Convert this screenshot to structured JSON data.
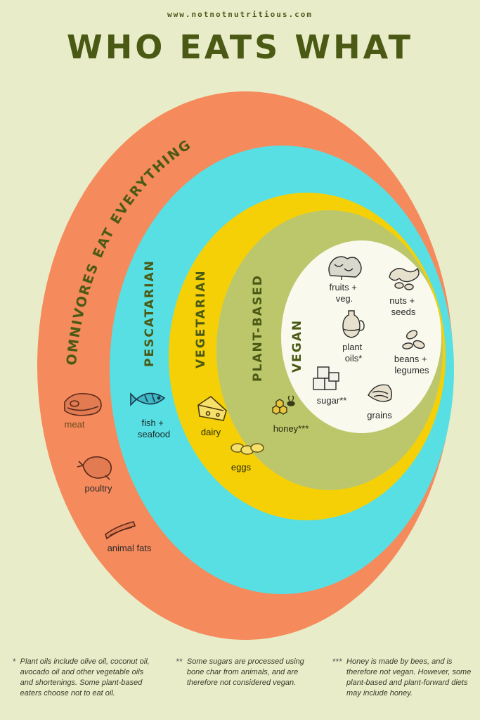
{
  "header": {
    "website": "www.notnotnutritious.com",
    "title": "WHO EATS WHAT"
  },
  "circles": {
    "omnivores": {
      "label": "OMNIVORES EAT EVERYTHING",
      "color": "#f58a5c"
    },
    "pescatarian": {
      "label": "PESCATARIAN",
      "color": "#58dfe3"
    },
    "vegetarian": {
      "label": "VEGETARIAN",
      "color": "#f5d007"
    },
    "plant_based": {
      "label": "PLANT-BASED",
      "color": "#bcc76c"
    },
    "vegan": {
      "label": "VEGAN",
      "color": "#f9f9ee"
    }
  },
  "foods": {
    "meat": "meat",
    "poultry": "poultry",
    "animal_fats": "animal fats",
    "fish": [
      "fish +",
      "seafood"
    ],
    "dairy": "dairy",
    "eggs": "eggs",
    "honey": "honey***",
    "fruits": [
      "fruits +",
      "veg."
    ],
    "nuts": [
      "nuts +",
      "seeds"
    ],
    "plant_oils": [
      "plant",
      "oils*"
    ],
    "beans": [
      "beans +",
      "legumes"
    ],
    "sugar": "sugar**",
    "grains": "grains"
  },
  "footnotes": [
    {
      "mark": "*",
      "text": "Plant oils include olive oil, coconut oil, avocado oil and other vegetable oils and shortenings. Some plant-based eaters choose not to eat oil."
    },
    {
      "mark": "**",
      "text": "Some sugars are processed using bone char from animals, and are therefore not considered vegan."
    },
    {
      "mark": "***",
      "text": "Honey is made by bees, and is therefore not vegan. However, some plant-based and plant-forward  diets may include honey."
    }
  ]
}
